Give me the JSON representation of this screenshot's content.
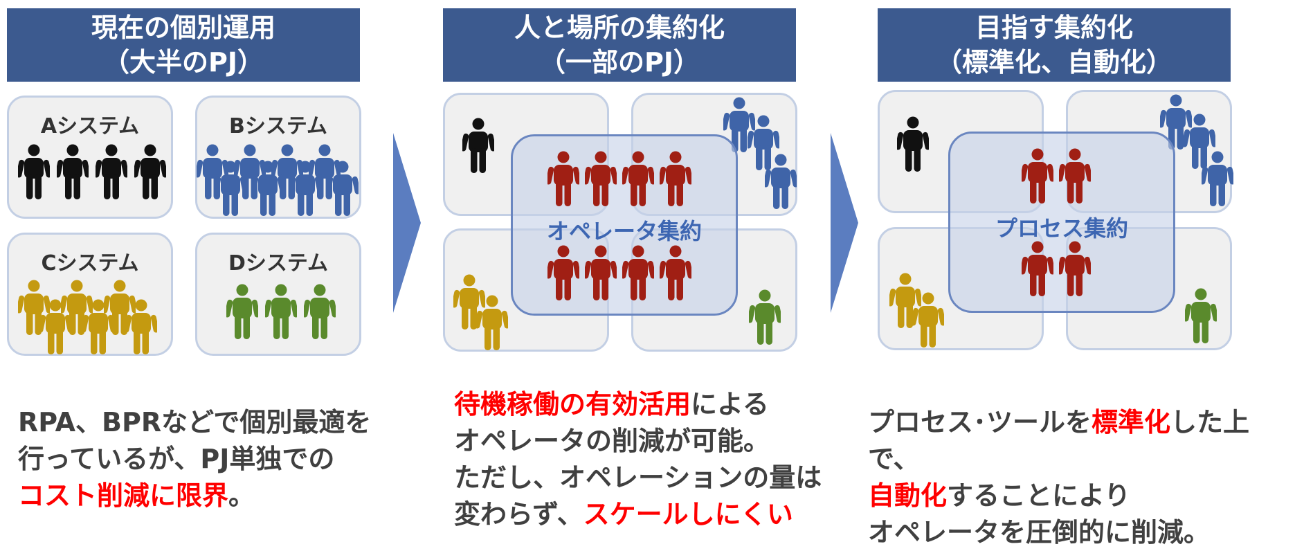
{
  "colors": {
    "header_bg": "#3c5a8f",
    "arrow": "#5b7dc0",
    "black": "#111111",
    "blue": "#3f64a8",
    "gold": "#c49a10",
    "green": "#5a8a2c",
    "red": "#a01f14",
    "highlight": "#ff0000"
  },
  "panels": [
    {
      "header_line1": "現在の個別運用",
      "header_line2": "（大半のPJ）",
      "systems": [
        "Aシステム",
        "Bシステム",
        "Cシステム",
        "Dシステム"
      ]
    },
    {
      "header_line1": "人と場所の集約化",
      "header_line2": "（一部のPJ）",
      "overlay_label": "オペレータ集約"
    },
    {
      "header_line1": "目指す集約化",
      "header_line2": "（標準化、自動化）",
      "overlay_label": "プロセス集約"
    }
  ],
  "captions": {
    "c1": {
      "l1": "RPA、BPRなどで個別最適を",
      "l2": "行っているが、PJ単独での",
      "l3_red": "コスト削減に限界",
      "l3_end": "。"
    },
    "c2": {
      "l1_red": "待機稼働の有効活用",
      "l1": "による",
      "l2": "オペレータの削減が可能。",
      "l3": "ただし、オペレーションの量は",
      "l4": "変わらず、",
      "l4_red": "スケールしにくい"
    },
    "c3": {
      "l1": "プロセス･ツールを",
      "l1_red": "標準化",
      "l1_end": "した上で、",
      "l2_red": "自動化",
      "l2": "することにより",
      "l3": "オペレータを圧倒的に削減。"
    }
  }
}
